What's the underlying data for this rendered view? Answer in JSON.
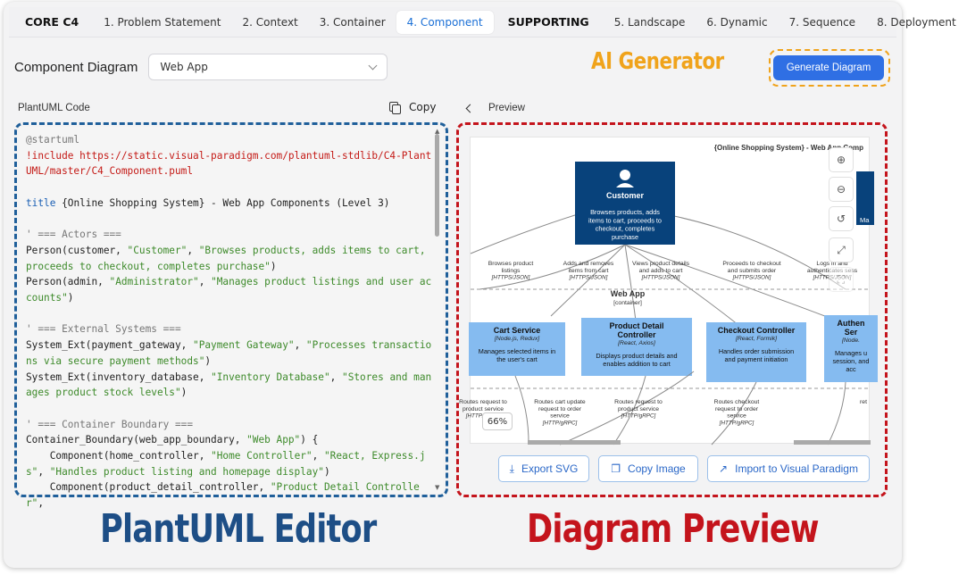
{
  "tabs": {
    "group_core": "CORE C4",
    "core": [
      "1. Problem Statement",
      "2. Context",
      "3. Container",
      "4. Component"
    ],
    "active": "4. Component",
    "group_supporting": "SUPPORTING",
    "supporting": [
      "5. Landscape",
      "6. Dynamic",
      "7. Sequence",
      "8. Deployment"
    ]
  },
  "header": {
    "title": "Component Diagram",
    "select_value": "Web App",
    "ai_label": "AI Generator",
    "generate_label": "Generate Diagram"
  },
  "editor": {
    "label": "PlantUML Code",
    "copy_label": "Copy",
    "lines": [
      {
        "t": "@startuml",
        "k": "com"
      },
      {
        "t": "!include https://static.visual-paradigm.com/plantuml-stdlib/C4-PlantUML/master/C4_Component.puml",
        "k": "dir"
      },
      {
        "t": "",
        "k": ""
      },
      {
        "t": "title {Online Shopping System} - Web App Components (Level 3)",
        "k": "title"
      },
      {
        "t": "",
        "k": ""
      },
      {
        "t": "' === Actors ===",
        "k": "com"
      },
      {
        "t": "Person(customer, \"Customer\", \"Browses products, adds items to cart, proceeds to checkout, completes purchase\")",
        "k": ""
      },
      {
        "t": "Person(admin, \"Administrator\", \"Manages product listings and user accounts\")",
        "k": ""
      },
      {
        "t": "",
        "k": ""
      },
      {
        "t": "' === External Systems ===",
        "k": "com"
      },
      {
        "t": "System_Ext(payment_gateway, \"Payment Gateway\", \"Processes transactions via secure payment methods\")",
        "k": ""
      },
      {
        "t": "System_Ext(inventory_database, \"Inventory Database\", \"Stores and manages product stock levels\")",
        "k": ""
      },
      {
        "t": "",
        "k": ""
      },
      {
        "t": "' === Container Boundary ===",
        "k": "com"
      },
      {
        "t": "Container_Boundary(web_app_boundary, \"Web App\") {",
        "k": ""
      },
      {
        "t": "    Component(home_controller, \"Home Controller\", \"React, Express.js\", \"Handles product listing and homepage display\")",
        "k": ""
      },
      {
        "t": "    Component(product_detail_controller, \"Product Detail Controller\",",
        "k": ""
      }
    ]
  },
  "preview": {
    "label": "Preview",
    "zoom": "66%",
    "diagram": {
      "title": "{Online Shopping System} - Web App Comp",
      "customer_name": "Customer",
      "customer_desc": [
        "Browses products, adds",
        "items to cart, proceeds to",
        "checkout, completes",
        "purchase"
      ],
      "side_fragment": "Ma",
      "boundary_name": "Web App",
      "boundary_type": "[container]",
      "top_rels": [
        {
          "label": [
            "Browses product",
            "listings"
          ],
          "tech": "[HTTPS/JSON]"
        },
        {
          "label": [
            "Adds and removes",
            "items from cart"
          ],
          "tech": "[HTTPS/JSON]"
        },
        {
          "label": [
            "Views product details",
            "and adds to cart"
          ],
          "tech": "[HTTPS/JSON]"
        },
        {
          "label": [
            "Proceeds to checkout",
            "and submits order"
          ],
          "tech": "[HTTPS/JSON]"
        },
        {
          "label": [
            "Logs in and",
            "authenticates sess"
          ],
          "tech": "[HTTPS/JSON]"
        }
      ],
      "components": [
        {
          "name": [
            "Cart Service"
          ],
          "tech": "[Node.js, Redux]",
          "desc": [
            "Manages selected items in",
            "the user's cart"
          ]
        },
        {
          "name": [
            "Product Detail",
            "Controller"
          ],
          "tech": "[React, Axios]",
          "desc": [
            "Displays product details and",
            "enables addition to cart"
          ]
        },
        {
          "name": [
            "Checkout Controller"
          ],
          "tech": "[React, Formik]",
          "desc": [
            "Handles order submission",
            "and payment initiation"
          ]
        },
        {
          "name": [
            "Authen",
            "Ser"
          ],
          "tech": "[Node.",
          "desc": [
            "Manages u",
            "session, and",
            "acc"
          ]
        }
      ],
      "bottom_rels": [
        {
          "label": [
            "Routes request to",
            "product service"
          ],
          "tech": "[HTTP/gRPC]"
        },
        {
          "label": [
            "Routes cart update",
            "request to order",
            "service"
          ],
          "tech": "[HTTP/gRPC]"
        },
        {
          "label": [
            "Routes request to",
            "product service"
          ],
          "tech": "[HTTP/gRPC]"
        },
        {
          "label": [
            "Routes checkout",
            "request to order",
            "service"
          ],
          "tech": "[HTTP/gRPC]"
        },
        {
          "label": [
            "ret"
          ],
          "tech": ""
        }
      ]
    },
    "buttons": {
      "export_svg": "Export SVG",
      "copy_image": "Copy Image",
      "import_vp": "Import to Visual Paradigm"
    }
  },
  "captions": {
    "editor": "PlantUML Editor",
    "preview": "Diagram Preview"
  },
  "colors": {
    "accent": "#2f6fe4",
    "ai_orange": "#f0a31b",
    "editor_blue": "#1d4e86",
    "preview_red": "#c4141c",
    "person_fill": "#08427b",
    "component_fill": "#85bbf0"
  }
}
